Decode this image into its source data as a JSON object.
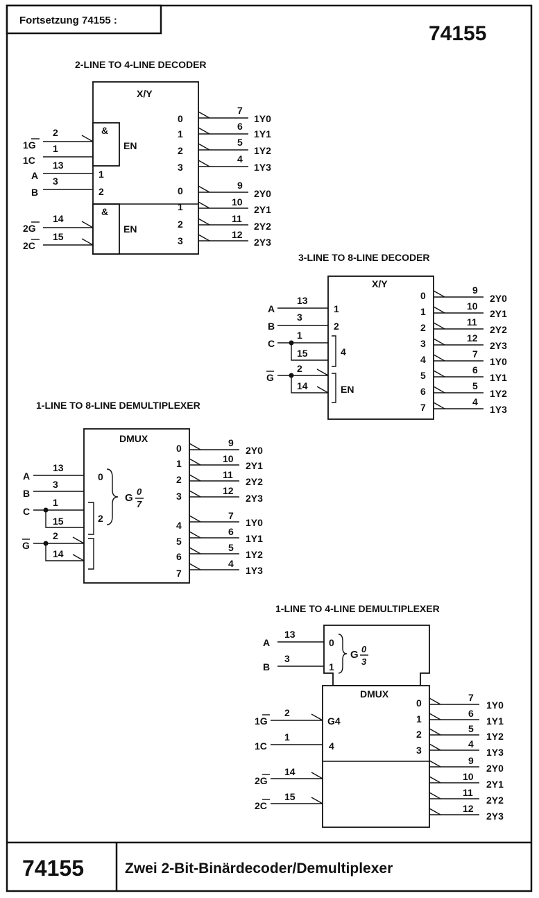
{
  "header": {
    "continuation": "Fortsetzung 74155 :",
    "part_number": "74155"
  },
  "footer": {
    "part_number": "74155",
    "description": "Zwei 2-Bit-Binärdecoder/Demultiplexer"
  },
  "decoder_2to4": {
    "title": "2-LINE TO 4-LINE DECODER",
    "box_label": "X/Y",
    "and_symbol": "&",
    "enable_label": "EN",
    "inputs": [
      {
        "name": "1G",
        "bar": true,
        "pin": "2"
      },
      {
        "name": "1C",
        "bar": false,
        "pin": "1"
      },
      {
        "name": "A",
        "bar": false,
        "pin": "13",
        "in_label": "1"
      },
      {
        "name": "B",
        "bar": false,
        "pin": "3",
        "in_label": "2"
      },
      {
        "name": "2G",
        "bar": true,
        "pin": "14"
      },
      {
        "name": "2C",
        "bar": true,
        "pin": "15"
      }
    ],
    "outputs": [
      {
        "index": "0",
        "pin": "7",
        "name": "1Y0"
      },
      {
        "index": "1",
        "pin": "6",
        "name": "1Y1"
      },
      {
        "index": "2",
        "pin": "5",
        "name": "1Y2"
      },
      {
        "index": "3",
        "pin": "4",
        "name": "1Y3"
      },
      {
        "index": "0",
        "pin": "9",
        "name": "2Y0"
      },
      {
        "index": "1",
        "pin": "10",
        "name": "2Y1"
      },
      {
        "index": "2",
        "pin": "11",
        "name": "2Y2"
      },
      {
        "index": "3",
        "pin": "12",
        "name": "2Y3"
      }
    ]
  },
  "decoder_3to8": {
    "title": "3-LINE TO 8-LINE DECODER",
    "box_label": "X/Y",
    "inputs": [
      {
        "name": "A",
        "pin": "13",
        "in_label": "1"
      },
      {
        "name": "B",
        "pin": "3",
        "in_label": "2"
      },
      {
        "name": "C",
        "pin_a": "1",
        "pin_b": "15",
        "in_label": "4"
      },
      {
        "name": "G",
        "bar": true,
        "pin_a": "2",
        "pin_b": "14",
        "in_label": "EN"
      }
    ],
    "outputs": [
      {
        "index": "0",
        "pin": "9",
        "name": "2Y0"
      },
      {
        "index": "1",
        "pin": "10",
        "name": "2Y1"
      },
      {
        "index": "2",
        "pin": "11",
        "name": "2Y2"
      },
      {
        "index": "3",
        "pin": "12",
        "name": "2Y3"
      },
      {
        "index": "4",
        "pin": "7",
        "name": "1Y0"
      },
      {
        "index": "5",
        "pin": "6",
        "name": "1Y1"
      },
      {
        "index": "6",
        "pin": "5",
        "name": "1Y2"
      },
      {
        "index": "7",
        "pin": "4",
        "name": "1Y3"
      }
    ]
  },
  "demux_1to8": {
    "title": "1-LINE TO 8-LINE DEMULTIPLEXER",
    "box_label": "DMUX",
    "group_label": "G",
    "group_num": "0",
    "group_den": "7",
    "inputs": [
      {
        "name": "A",
        "pin": "13",
        "in_label": "0"
      },
      {
        "name": "B",
        "pin": "3"
      },
      {
        "name": "C",
        "pin_a": "1",
        "pin_b": "15",
        "in_label": "2"
      },
      {
        "name": "G",
        "bar": true,
        "pin_a": "2",
        "pin_b": "14"
      }
    ],
    "outputs": [
      {
        "index": "0",
        "pin": "9",
        "name": "2Y0"
      },
      {
        "index": "1",
        "pin": "10",
        "name": "2Y1"
      },
      {
        "index": "2",
        "pin": "11",
        "name": "2Y2"
      },
      {
        "index": "3",
        "pin": "12",
        "name": "2Y3"
      },
      {
        "index": "4",
        "pin": "7",
        "name": "1Y0"
      },
      {
        "index": "5",
        "pin": "6",
        "name": "1Y1"
      },
      {
        "index": "6",
        "pin": "5",
        "name": "1Y2"
      },
      {
        "index": "7",
        "pin": "4",
        "name": "1Y3"
      }
    ]
  },
  "demux_1to4": {
    "title": "1-LINE TO 4-LINE DEMULTIPLEXER",
    "box_label": "DMUX",
    "group_label": "G",
    "group_num": "0",
    "group_den": "3",
    "select_inputs": [
      {
        "name": "A",
        "pin": "13",
        "in_label": "0"
      },
      {
        "name": "B",
        "pin": "3",
        "in_label": "1"
      }
    ],
    "inputs": [
      {
        "name": "1G",
        "bar": true,
        "pin": "2",
        "in_label": "G4"
      },
      {
        "name": "1C",
        "bar": false,
        "pin": "1",
        "in_label": "4"
      },
      {
        "name": "2G",
        "bar": true,
        "pin": "14"
      },
      {
        "name": "2C",
        "bar": true,
        "pin": "15"
      }
    ],
    "outputs": [
      {
        "index": "0",
        "pin": "7",
        "name": "1Y0"
      },
      {
        "index": "1",
        "pin": "6",
        "name": "1Y1"
      },
      {
        "index": "2",
        "pin": "5",
        "name": "1Y2"
      },
      {
        "index": "3",
        "pin": "4",
        "name": "1Y3"
      },
      {
        "index": "",
        "pin": "9",
        "name": "2Y0"
      },
      {
        "index": "",
        "pin": "10",
        "name": "2Y1"
      },
      {
        "index": "",
        "pin": "11",
        "name": "2Y2"
      },
      {
        "index": "",
        "pin": "12",
        "name": "2Y3"
      }
    ]
  }
}
